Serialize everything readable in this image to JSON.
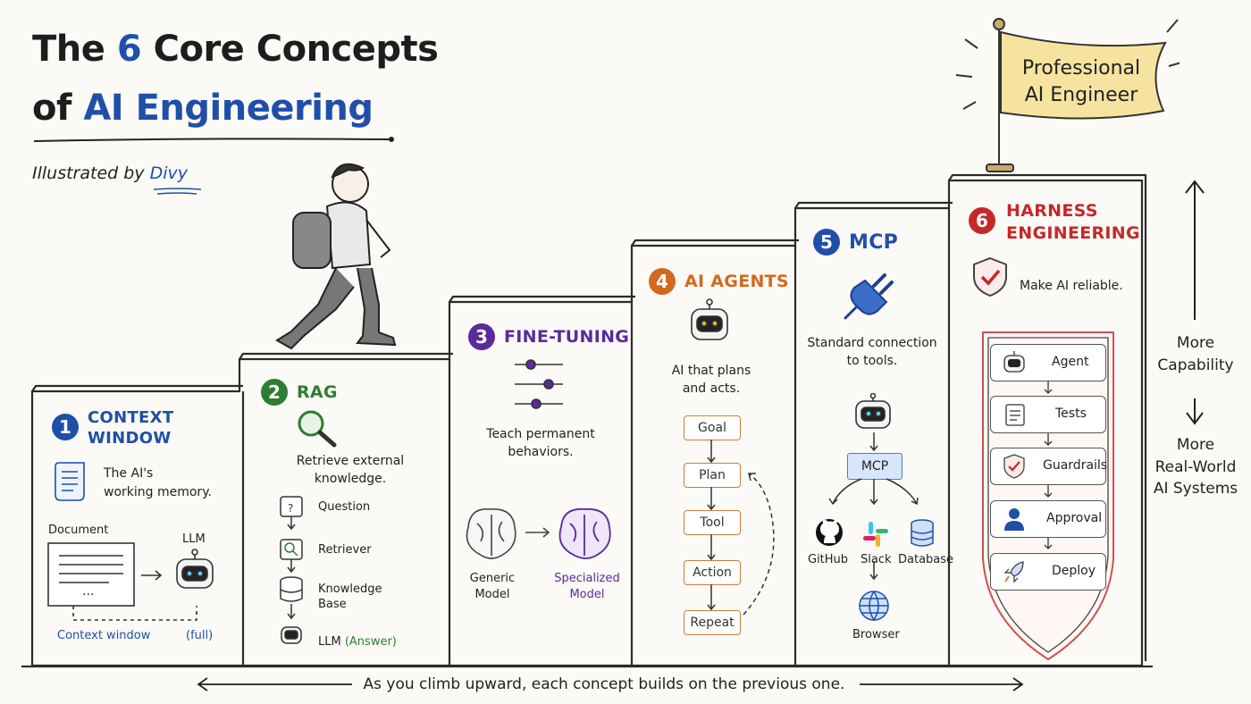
{
  "title": {
    "line1_pre": "The",
    "line1_num": "6",
    "line1_post": "Core Concepts",
    "line2_pre": "of",
    "line2_em": "AI Engineering",
    "byline_pre": "Illustrated by",
    "byline_name": "Divy"
  },
  "flag": {
    "line1": "Professional",
    "line2": "AI Engineer"
  },
  "side": {
    "more_capability_1": "More",
    "more_capability_2": "Capability",
    "more_real_1": "More",
    "more_real_2": "Real-World",
    "more_real_3": "AI Systems"
  },
  "footer": "As you climb upward, each concept builds on the previous one.",
  "steps": [
    {
      "num": "1",
      "title_1": "CONTEXT",
      "title_2": "WINDOW",
      "color": "#1f4fa8",
      "desc_1": "The AI's",
      "desc_2": "working memory.",
      "document_label": "Document",
      "ellipsis": "...",
      "llm_label": "LLM",
      "context_label": "Context window",
      "full_label": "(full)"
    },
    {
      "num": "2",
      "title": "RAG",
      "color": "#2e7d32",
      "desc_1": "Retrieve external",
      "desc_2": "knowledge.",
      "items": [
        "Question",
        "Retriever",
        "Knowledge",
        "Base",
        "LLM",
        "(Answer)"
      ]
    },
    {
      "num": "3",
      "title": "FINE-TUNING",
      "color": "#5b2a9c",
      "desc_1": "Teach permanent",
      "desc_2": "behaviors.",
      "generic_1": "Generic",
      "generic_2": "Model",
      "special_1": "Specialized",
      "special_2": "Model"
    },
    {
      "num": "4",
      "title": "AI AGENTS",
      "color": "#d2691e",
      "desc_1": "AI that plans",
      "desc_2": "and acts.",
      "loop": [
        "Goal",
        "Plan",
        "Tool",
        "Action",
        "Repeat"
      ]
    },
    {
      "num": "5",
      "title": "MCP",
      "color": "#1f4fa8",
      "desc_1": "Standard connection",
      "desc_2": "to tools.",
      "hub": "MCP",
      "tools": [
        "GitHub",
        "Slack",
        "Database",
        "Browser"
      ]
    },
    {
      "num": "6",
      "title_1": "HARNESS",
      "title_2": "ENGINEERING",
      "color": "#c62828",
      "desc": "Make AI reliable.",
      "chain": [
        "Agent",
        "Tests",
        "Guardrails",
        "Approval",
        "Deploy"
      ]
    }
  ],
  "colors": {
    "blue": "#1f4fa8",
    "green": "#2e7d32",
    "purple": "#5b2a9c",
    "orange": "#d2691e",
    "red": "#c62828",
    "flag": "#f7e3a0"
  }
}
